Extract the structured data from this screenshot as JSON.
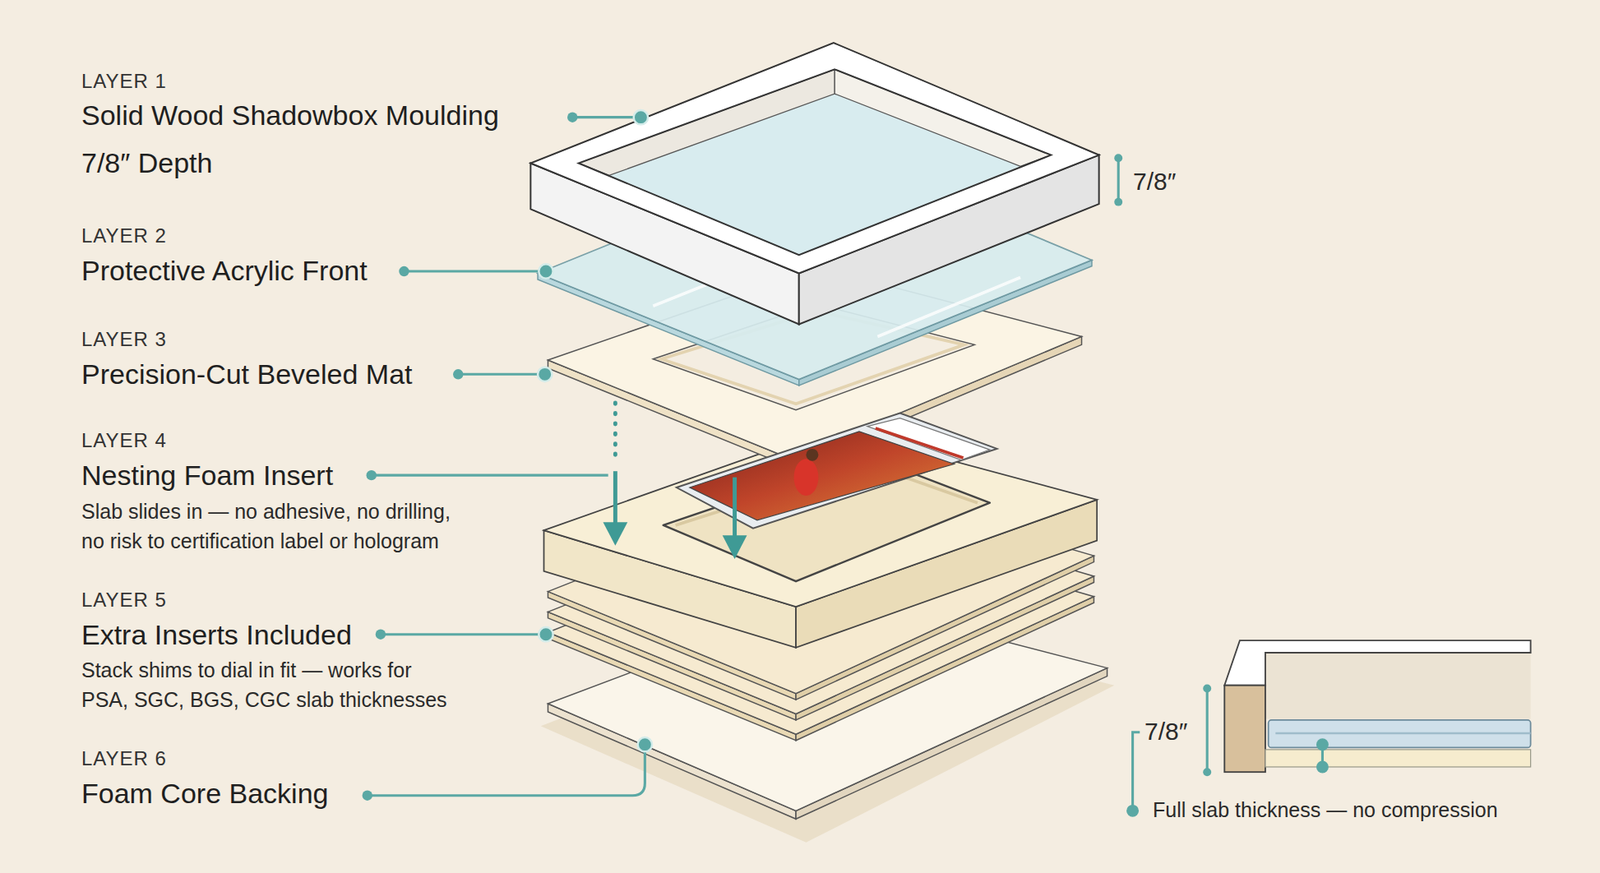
{
  "diagram": {
    "labels": [
      "LAYER 1",
      "Solid Wood Shadowbox Moulding",
      "7/8″ Depth",
      "7/8″",
      "LAYER 2",
      "Protective Acrylic Front",
      "LAYER 3",
      "Precision-Cut Beveled Mat",
      "LAYER 4",
      "Nesting Foam Insert",
      "Slab slides in — no adhesive, no drilling, no risk to certification label or hologram",
      "LAYER 5",
      "Extra Inserts Included",
      "Stack shims to dial in fit — works for PSA, SGC, BGS, CGC slab thicknesses",
      "LAYER 6",
      "Foam Core Backing",
      "7/8″",
      "Full slab thickness — no compression"
    ]
  }
}
